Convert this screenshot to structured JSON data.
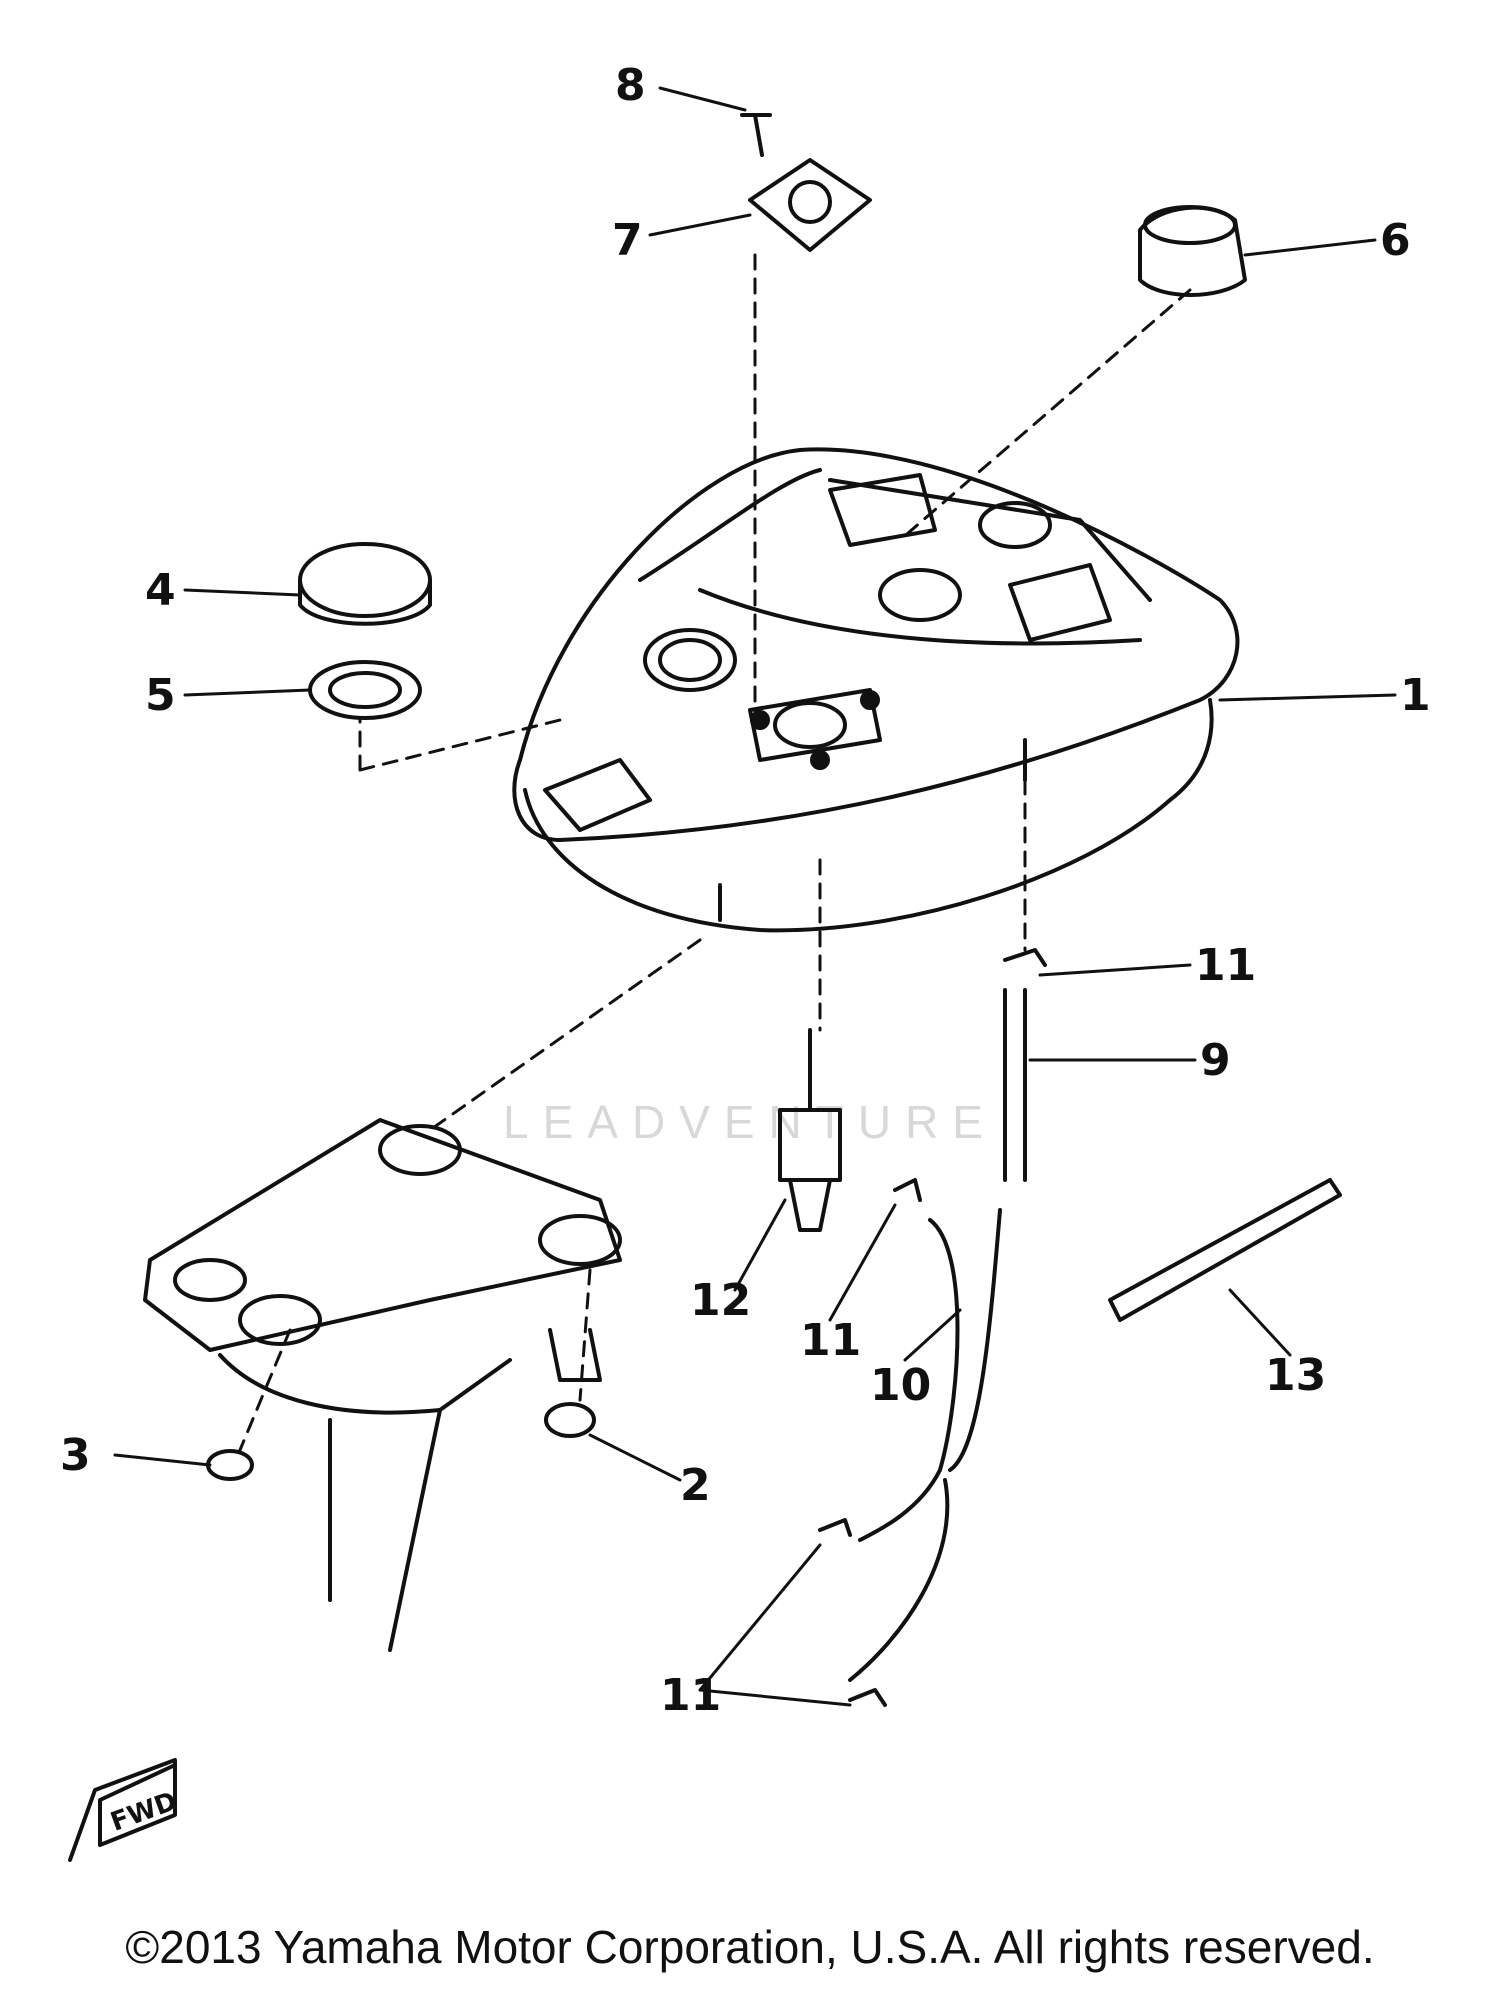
{
  "diagram": {
    "callouts": [
      "1",
      "2",
      "3",
      "4",
      "5",
      "6",
      "7",
      "8",
      "9",
      "10",
      "11",
      "11",
      "11",
      "11",
      "12",
      "13"
    ],
    "fwd_mark": "FWD"
  },
  "watermark": {
    "text": "LEADVENTURE"
  },
  "footer": {
    "copyright": "©2013 Yamaha Motor Corporation, U.S.A. All rights reserved."
  },
  "colors": {
    "ink": "#111111",
    "background": "#ffffff",
    "watermark": "#d8d8d8"
  }
}
